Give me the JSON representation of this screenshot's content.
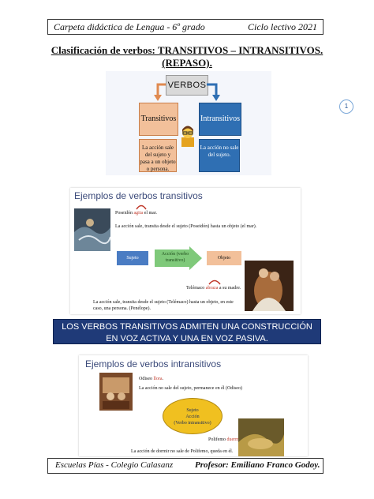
{
  "header": {
    "left": "Carpeta didáctica de Lengua - 6º grado",
    "right": "Ciclo lectivo 2021"
  },
  "title": {
    "line1": "Clasificación de verbos: TRANSITIVOS – INTRANSITIVOS.",
    "line2": "(REPASO)."
  },
  "page_badge": "1",
  "diagram": {
    "root": "VERBOS",
    "left_label": "Transitivos",
    "right_label": "Intransitivos",
    "left_desc": "La acción sale del sujeto y pasa a un objeto o persona.",
    "right_desc": "La acción no sale del sujeto.",
    "colors": {
      "orange": "#f2c09a",
      "blue": "#2f6fb3"
    },
    "icon": "teacher-emoji"
  },
  "transitive_slide": {
    "title": "Ejemplos de verbos transitivos",
    "ex1_prefix": "Poseidón ",
    "ex1_verb": "agita",
    "ex1_suffix": " el mar.",
    "ex1_desc": "La acción sale, transita desde el sujeto (Poseidón) hasta un objeto (el mar).",
    "flow_subject": "Sujeto",
    "flow_action": "Acción (verbo transitivo)",
    "flow_object": "Objeto",
    "ex2_prefix": "Telémaco ",
    "ex2_verb": "abraza",
    "ex2_suffix": " a su madre.",
    "ex2_desc": "La acción sale, transita desde el sujeto (Telémaco) hasta un objeto, en este caso, una persona. (Penélope)."
  },
  "banner": {
    "line1": "LOS VERBOS TRANSITIVOS ADMITEN UNA CONSTRUCCIÓN",
    "line2": "EN VOZ ACTIVA  Y UNA EN VOZ PASIVA."
  },
  "intransitive_slide": {
    "title": "Ejemplos de verbos intransitivos",
    "ex1_prefix": "Odiseo ",
    "ex1_verb": "llora",
    "ex1_suffix": ".",
    "ex1_desc": "La acción no sale del sujeto, permanece en él (Odiseo)",
    "oval_line1": "Sujeto",
    "oval_line2": "Acción",
    "oval_line3": "(Verbo intransitivo)",
    "ex2_prefix": "Polifemo ",
    "ex2_verb": "duerme",
    "ex2_suffix": ".",
    "ex2_desc": "La acción de dormir no sale de Polifemo, queda en él."
  },
  "footer": {
    "left": "Escuelas Pías - Colegio Calasanz",
    "right": "Profesor: Emiliano Franco Godoy."
  }
}
